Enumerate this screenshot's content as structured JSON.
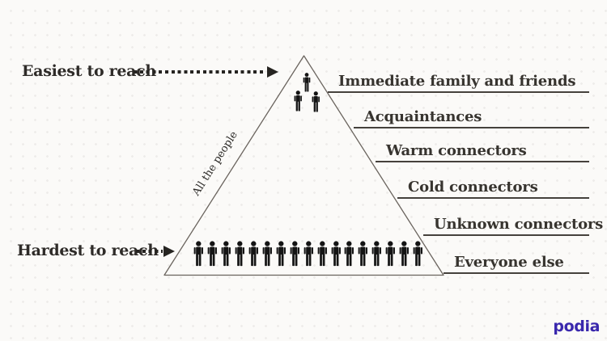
{
  "canvas": {
    "background": "#fbfaf8"
  },
  "annotations": {
    "easiest": {
      "label": "Easiest to reach"
    },
    "hardest": {
      "label": "Hardest to reach"
    }
  },
  "pyramid": {
    "edge_label": "All the people",
    "top_people_count": 3,
    "bottom_people_count": 17
  },
  "tiers": [
    {
      "label": "Immediate family and friends"
    },
    {
      "label": "Acquaintances"
    },
    {
      "label": "Warm connectors"
    },
    {
      "label": "Cold connectors"
    },
    {
      "label": "Unknown connectors"
    },
    {
      "label": "Everyone else"
    }
  ],
  "branding": {
    "logo_text": "podia",
    "logo_color": "#3a28ad"
  },
  "colors": {
    "text": "#2e2b28",
    "tier_text": "#37342f",
    "underline": "#45413c",
    "triangle_outline": "#6a645e",
    "person_icon": "#141414",
    "arrow": "#262421"
  }
}
